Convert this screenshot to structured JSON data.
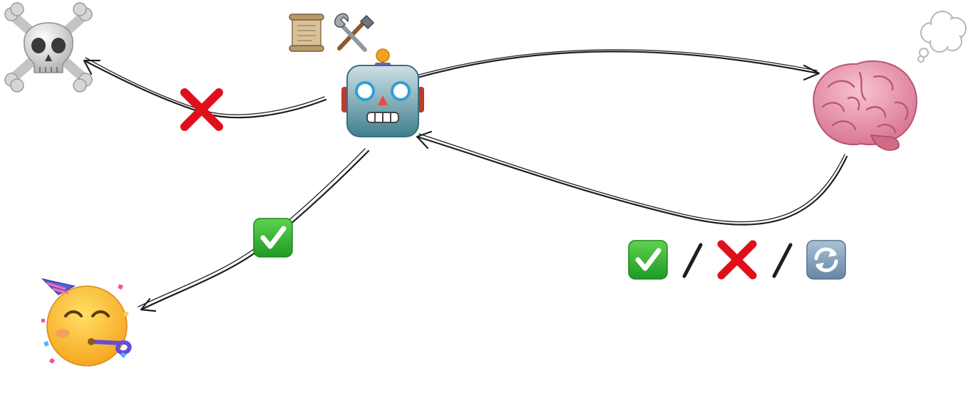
{
  "colors": {
    "stroke": "#1e1e1e",
    "cross_red": "#e0101b",
    "check_green": "#2aa52a",
    "refresh_blue": "#7f9bb6",
    "robot_teal": "#5f9aa4",
    "brain_pink": "#ef9ab0",
    "party_yellow": "#fbb42a"
  },
  "icons": {
    "robot": "robot-icon",
    "skull": "skull-and-crossbones-icon",
    "scroll": "scroll-icon",
    "tools": "hammer-and-wrench-icon",
    "brain": "brain-icon",
    "thought": "thought-bubble-icon",
    "party": "partying-face-icon",
    "success": "check-mark-button-icon",
    "failure": "cross-mark-icon",
    "retry": "refresh-arrows-icon"
  },
  "edges": [
    {
      "from": "robot",
      "to": "brain"
    },
    {
      "from": "brain",
      "to": "robot",
      "label_icons": [
        "check-mark-button-icon",
        "cross-mark-icon",
        "refresh-arrows-icon"
      ]
    },
    {
      "from": "robot",
      "to": "skull",
      "label_icons": [
        "cross-mark-icon"
      ]
    },
    {
      "from": "robot",
      "to": "party",
      "label_icons": [
        "check-mark-button-icon"
      ]
    }
  ]
}
